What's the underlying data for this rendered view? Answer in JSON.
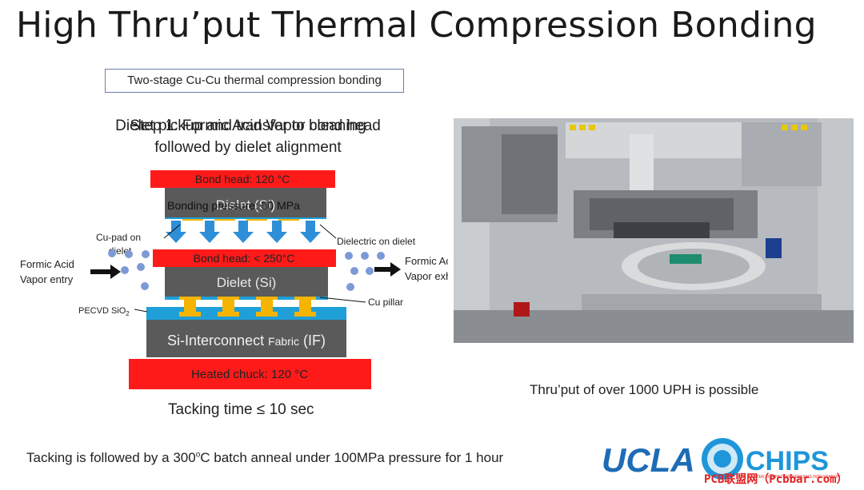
{
  "slide": {
    "title": "High Thru’put Thermal Compression Bonding",
    "subtitle": "Two-stage Cu-Cu thermal compression bonding",
    "step_line_a": "Step 1: Formic Acid Vapor cleaning",
    "step_line_b": "Dielet pickup and transfer to bond head",
    "step_line_c": "followed by dielet alignment",
    "tacking": "Tacking time ≤ 10 sec",
    "caption": "Thru’put of over 1000 UPH is possible",
    "footer_pre": "Tacking is followed by a 300",
    "footer_sup": "o",
    "footer_post": "C batch anneal under 100MPa pressure for 1 hour"
  },
  "diagram": {
    "bond_head_top": "Bond head: 120 °C",
    "dielet_top": "Dielet (Si)",
    "bonding_pressure": "Bonding pressure: 50 MPa",
    "cu_pad_label": "Cu-pad on dielet",
    "dielectric_label": "Dielectric on dielet",
    "bond_head_mid": "Bond head: < 250°C",
    "dielet_mid": "Dielet (Si)",
    "formic_entry": "Formic Acid Vapor entry",
    "formic_exhaust": "Formic Acid Vapor exhaust",
    "pecvd_label": "PECVD SiO₂",
    "cu_pillar_label": "Cu pillar",
    "fabric_label_a": "Si-Interconnect",
    "fabric_label_b": "Fabric",
    "fabric_label_c": "(IF)",
    "heated_chuck": "Heated chuck: 120 °C"
  },
  "logo": {
    "ucla": "UCLA",
    "chips": "CHIPS",
    "tagline": "CENTER FOR HETEROGENEOUS INTEGRATION AND PERFORMANCE SCALING"
  },
  "watermark": "PCB联盟网（Pcbbar.com）",
  "colors": {
    "bond_head": "#ff1a1a",
    "dielet": "#5a5a5a",
    "cu": "#f5b400",
    "sio2": "#1f9fd8",
    "arrow": "#2e8fd8",
    "vapor_dot": "#7e9ad6",
    "ucla_blue": "#1e6cb5",
    "chips_blue": "#1f96d9"
  },
  "icons": [
    "photo-machine",
    "arrow-down-icon",
    "arrow-right-icon"
  ]
}
